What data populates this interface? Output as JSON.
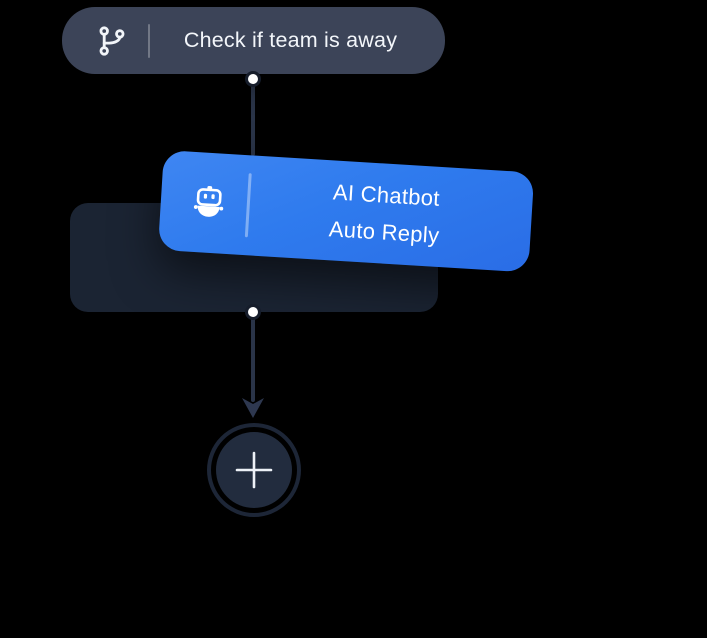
{
  "canvas": {
    "name": "workflow-canvas",
    "background": "#000000"
  },
  "trigger_node": {
    "label": "Check if team is away",
    "icon": "git-branch-icon",
    "background": "#3c4458",
    "text_color": "#f3f6fa"
  },
  "ai_node": {
    "title_line1": "AI Chatbot",
    "title_line2": "Auto Reply",
    "icon": "robot-icon",
    "background_gradient_start": "#3f86f2",
    "background_gradient_end": "#2a6de6",
    "text_color": "#ffffff",
    "state": "dragging-tilted"
  },
  "placeholder_node": {
    "background": "#1b2433"
  },
  "add_button": {
    "label": "+",
    "icon": "plus-icon",
    "ring_color": "#1d2637",
    "fill_color": "#222c3e"
  },
  "connectors": {
    "line_color": "#2a3448",
    "port_dot_color": "#ffffff",
    "arrow_color": "#2e3850"
  }
}
